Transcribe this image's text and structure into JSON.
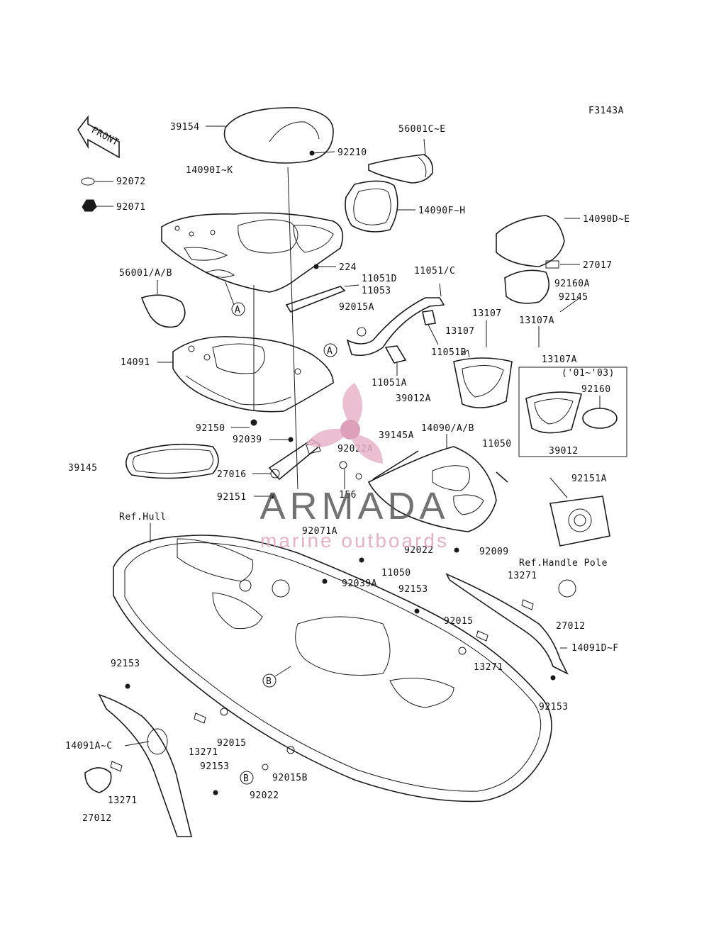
{
  "figure_code": "F3143A",
  "front_label": "FRONT",
  "watermark": {
    "brand": "ARMADA",
    "tagline": "marine outboards",
    "brand_color": "#5a5a5a",
    "accent_color": "#e2a3bd"
  },
  "callouts": [
    "A",
    "A",
    "B",
    "B"
  ],
  "parts": [
    {
      "id": "p39154",
      "text": "39154"
    },
    {
      "id": "p92210",
      "text": "92210"
    },
    {
      "id": "p56001CE",
      "text": "56001C~E"
    },
    {
      "id": "p92072",
      "text": "92072"
    },
    {
      "id": "p14090IK",
      "text": "14090I~K"
    },
    {
      "id": "p92071",
      "text": "92071"
    },
    {
      "id": "p14090FH",
      "text": "14090F~H"
    },
    {
      "id": "p14090DE",
      "text": "14090D~E"
    },
    {
      "id": "p27017",
      "text": "27017"
    },
    {
      "id": "p224",
      "text": "224"
    },
    {
      "id": "p56001AB",
      "text": "56001/A/B"
    },
    {
      "id": "p11051D",
      "text": "11051D"
    },
    {
      "id": "p11053",
      "text": "11053"
    },
    {
      "id": "p11051C",
      "text": "11051/C"
    },
    {
      "id": "p92160A",
      "text": "92160A"
    },
    {
      "id": "p92145",
      "text": "92145"
    },
    {
      "id": "p92015A",
      "text": "92015A"
    },
    {
      "id": "p13107a",
      "text": "13107"
    },
    {
      "id": "p13107b",
      "text": "13107"
    },
    {
      "id": "p13107Aa",
      "text": "13107A"
    },
    {
      "id": "p13107Ab",
      "text": "13107A"
    },
    {
      "id": "p11051B",
      "text": "11051B"
    },
    {
      "id": "p14091",
      "text": "14091"
    },
    {
      "id": "p11051A",
      "text": "11051A"
    },
    {
      "id": "p0103",
      "text": "('01~'03)"
    },
    {
      "id": "p39012A",
      "text": "39012A"
    },
    {
      "id": "p92160",
      "text": "92160"
    },
    {
      "id": "p92150",
      "text": "92150"
    },
    {
      "id": "p39145A",
      "text": "39145A"
    },
    {
      "id": "p14090AB",
      "text": "14090/A/B"
    },
    {
      "id": "p92039",
      "text": "92039"
    },
    {
      "id": "p92022A",
      "text": "92022A"
    },
    {
      "id": "p11050a",
      "text": "11050"
    },
    {
      "id": "p39012",
      "text": "39012"
    },
    {
      "id": "p39145",
      "text": "39145"
    },
    {
      "id": "p27016",
      "text": "27016"
    },
    {
      "id": "p92151A",
      "text": "92151A"
    },
    {
      "id": "p156",
      "text": "156"
    },
    {
      "id": "p92151",
      "text": "92151"
    },
    {
      "id": "pRefHull",
      "text": "Ref.Hull"
    },
    {
      "id": "p92071A",
      "text": "92071A"
    },
    {
      "id": "p92022a",
      "text": "92022"
    },
    {
      "id": "p92009",
      "text": "92009"
    },
    {
      "id": "pRefHandle",
      "text": "Ref.Handle Pole"
    },
    {
      "id": "p11050b",
      "text": "11050"
    },
    {
      "id": "p13271a",
      "text": "13271"
    },
    {
      "id": "p92039A",
      "text": "92039A"
    },
    {
      "id": "p92153a",
      "text": "92153"
    },
    {
      "id": "p27012a",
      "text": "27012"
    },
    {
      "id": "p92015a",
      "text": "92015"
    },
    {
      "id": "p14091DF",
      "text": "14091D~F"
    },
    {
      "id": "p13271b",
      "text": "13271"
    },
    {
      "id": "p92153b",
      "text": "92153"
    },
    {
      "id": "p92153c",
      "text": "92153"
    },
    {
      "id": "p92015b",
      "text": "92015"
    },
    {
      "id": "p14091AC",
      "text": "14091A~C"
    },
    {
      "id": "p13271c",
      "text": "13271"
    },
    {
      "id": "p92153d",
      "text": "92153"
    },
    {
      "id": "p92015B",
      "text": "92015B"
    },
    {
      "id": "p92022b",
      "text": "92022"
    },
    {
      "id": "p13271d",
      "text": "13271"
    },
    {
      "id": "p27012b",
      "text": "27012"
    }
  ]
}
